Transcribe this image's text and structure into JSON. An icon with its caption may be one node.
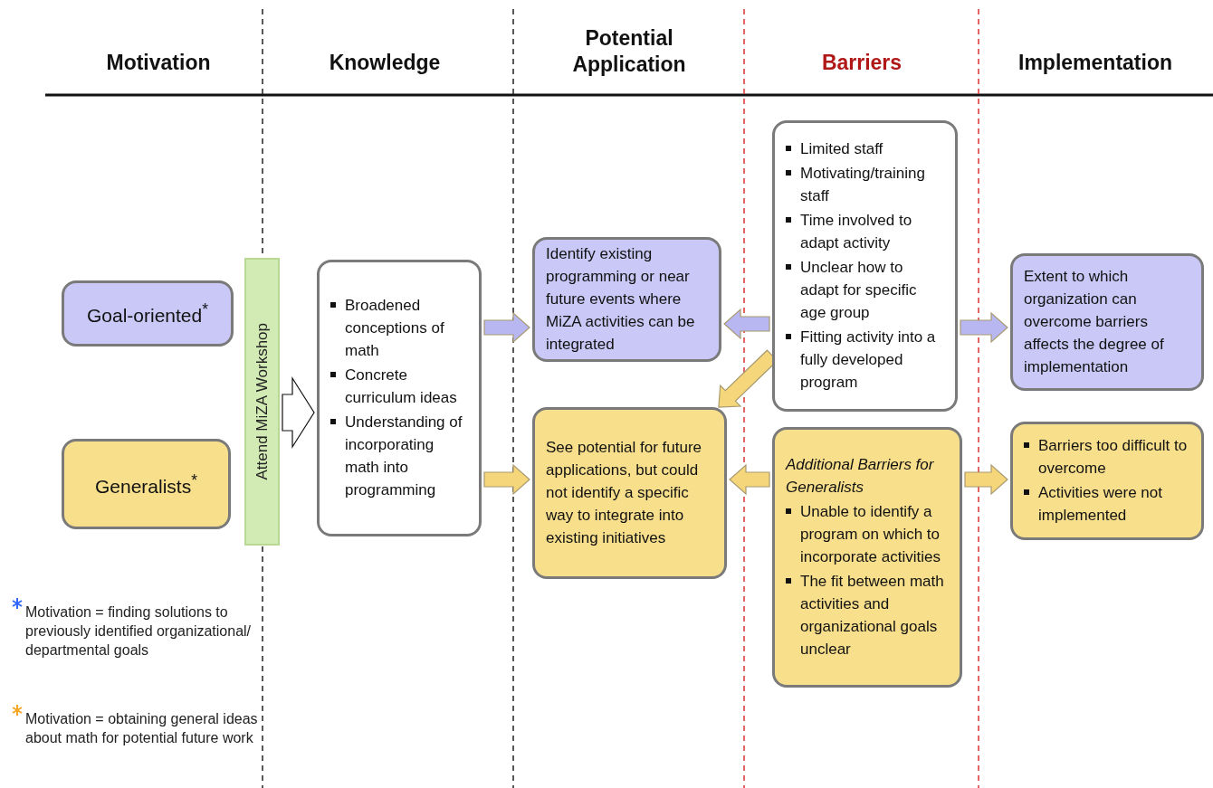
{
  "diagram": {
    "nodes": [
      {
        "text": [
          "Goal-oriented$^{*}$"
        ]
      },
      {
        "text": [
          "Generalists$^{*}$"
        ]
      },
      {
        "text": [
          "Attend MiZA Workshop"
        ]
      },
      {
        "text": [
          "Broadened conceptions of math",
          "Concrete curriculum ideas",
          "Understanding of incorporating math into programming"
        ]
      },
      {
        "text": [
          "Identify existing programming or near future events where MiZA activities can be integrated"
        ]
      },
      {
        "text": [
          "See potential for future applications, but could not identify a specific way to integrate into existing initiatives"
        ]
      },
      {
        "text": [
          "Limited staff",
          "Motivating/training staff",
          "Time involved to adapt activity",
          "Unclear how to adapt for specific age group",
          "Fitting activity into a fully developed program"
        ]
      },
      {
        "text": [
          "Additional Barriers for Generalists",
          "Unable to identify a program on which to incorporate activities",
          "The fit between math activities and organizational goals unclear"
        ]
      },
      {
        "text": [
          "Extent to which organization can overcome barriers affects the degree of implementation"
        ]
      },
      {
        "text": [
          "Barriers too difficult to overcome",
          "Activities were not implemented"
        ]
      }
    ],
    "edges": [
      {
        "from": 2,
        "to": 3,
        "arrow": "to",
        "color": "#ffffff"
      },
      {
        "from": 3,
        "to": 4,
        "arrow": "to",
        "color": "#b9b7f2"
      },
      {
        "from": 3,
        "to": 5,
        "arrow": "to"
      },
      {
        "from": 6,
        "to": 4,
        "arrow": "to",
        "color": "#b9b7f2"
      },
      {
        "from": 6,
        "to": 5,
        "arrow": "to"
      },
      {
        "from": 7,
        "to": 5,
        "arrow": "to"
      },
      {
        "from": 6,
        "to": 8,
        "arrow": "to",
        "color": "#b9b7f2"
      },
      {
        "from": 7,
        "to": 9,
        "arrow": "to"
      }
    ],
    "labels": [
      "Motivation",
      "Knowledge",
      "Potential Application",
      "Barriers",
      "Implementation"
    ],
    "legend": [
      {
        "text": "Motivation = finding solutions to previously identified organizational/ departmental goals",
        "color": "#3366ff"
      },
      {
        "text": "Motivation = obtaining general ideas about math for potential future work",
        "color": "#f5a623"
      }
    ]
  }
}
